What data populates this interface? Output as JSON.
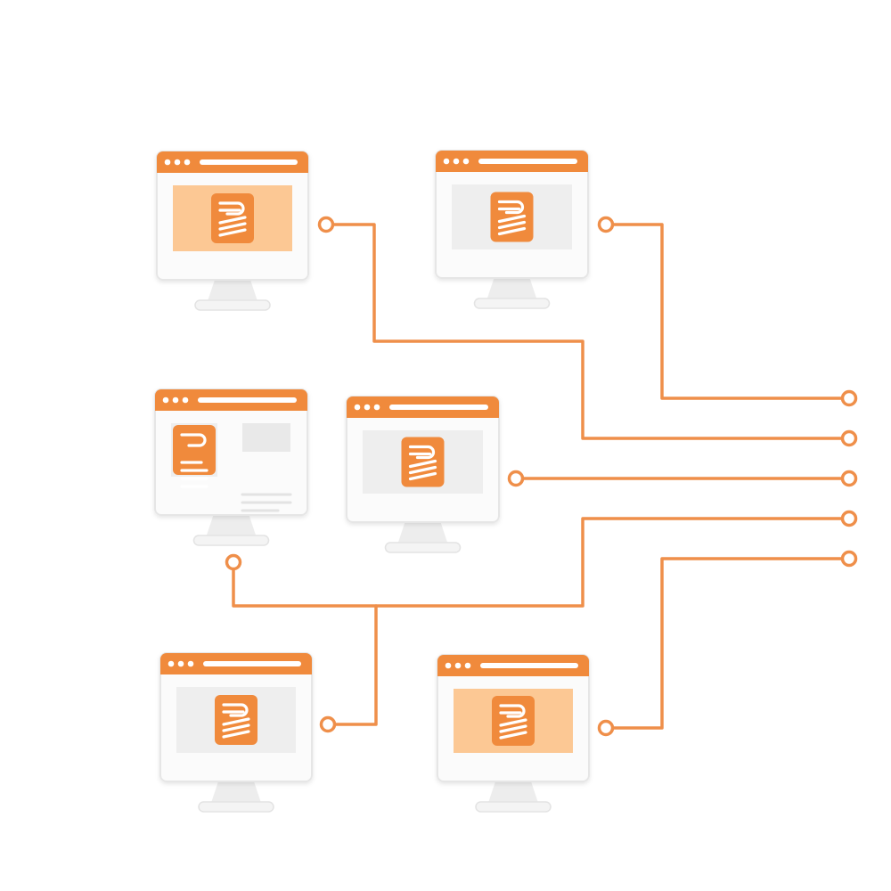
{
  "diagram": {
    "colors": {
      "accent": "#f08a3c",
      "accent_light": "#fcc894",
      "screen_gray": "#eeeeee",
      "wire": "#ef8f4a",
      "bezel": "#fbfbfb"
    },
    "monitors": [
      {
        "id": "monitor-1",
        "layout": "full",
        "highlight": true
      },
      {
        "id": "monitor-2",
        "layout": "full",
        "highlight": false
      },
      {
        "id": "monitor-3",
        "layout": "split",
        "highlight": false
      },
      {
        "id": "monitor-4",
        "layout": "full",
        "highlight": false
      },
      {
        "id": "monitor-5",
        "layout": "full",
        "highlight": false
      },
      {
        "id": "monitor-6",
        "layout": "full",
        "highlight": true
      }
    ],
    "connections": [
      {
        "from": "monitor-2",
        "to": "port-1"
      },
      {
        "from": "monitor-1",
        "to": "port-2"
      },
      {
        "from": "monitor-4",
        "to": "port-3"
      },
      {
        "from": "monitor-3",
        "to": "port-4"
      },
      {
        "from": "monitor-5",
        "to": "port-4"
      },
      {
        "from": "monitor-6",
        "to": "port-5"
      }
    ],
    "ports": [
      "port-1",
      "port-2",
      "port-3",
      "port-4",
      "port-5"
    ],
    "icons": {
      "document": "document-icon",
      "window_dots": "window-dots-icon"
    }
  }
}
